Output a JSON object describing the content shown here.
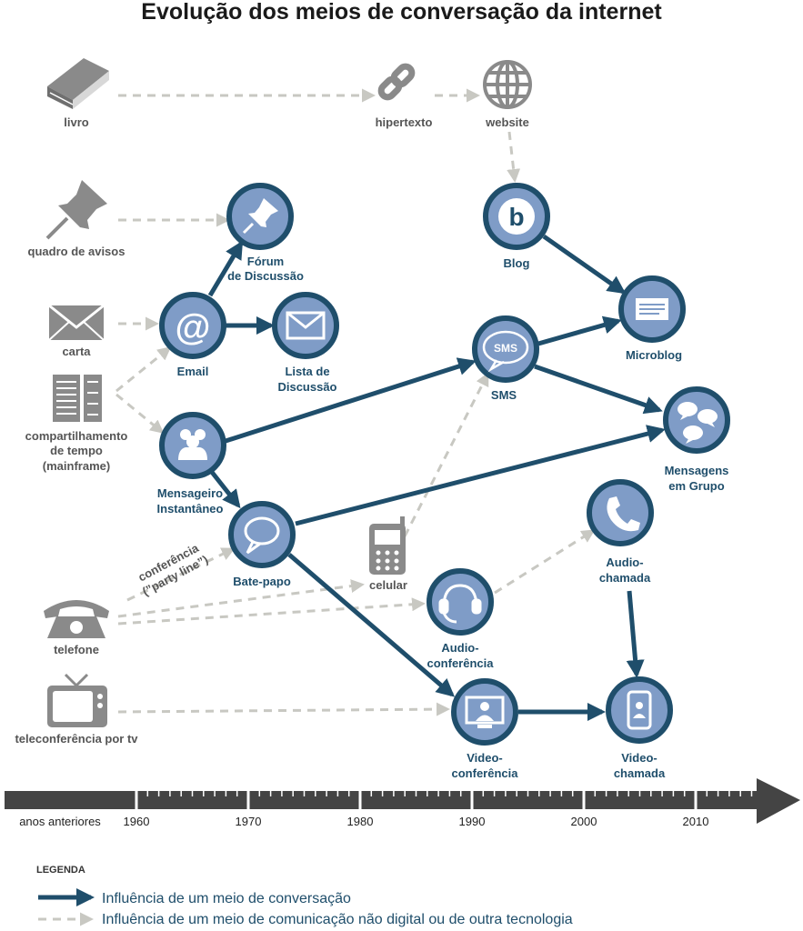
{
  "title": "Evolução dos meios de conversação da internet",
  "colors": {
    "node_fill": "#7f9cc7",
    "node_ring": "#1f4e6b",
    "solid_arrow": "#1f4e6b",
    "dashed_arrow": "#c8c8c2",
    "grey_icon": "#8a8a8a",
    "timeline": "#444444"
  },
  "sources": {
    "livro": "livro",
    "quadro": "quadro de avisos",
    "carta": "carta",
    "comp1": "compartilhamento",
    "comp2": "de tempo",
    "comp3": "(mainframe)",
    "party1": "conferência",
    "party2": "(”party line”)",
    "telefone": "telefone",
    "tv": "teleconferência por tv",
    "hipertexto": "hipertexto",
    "website": "website",
    "celular": "celular"
  },
  "nodes": {
    "forum1": "Fórum",
    "forum2": "de Discussão",
    "email": "Email",
    "lista1": "Lista de",
    "lista2": "Discussão",
    "msg1": "Mensageiro",
    "msg2": "Instantâneo",
    "bate": "Bate-papo",
    "blog": "Blog",
    "sms": "SMS",
    "sms_icon": "SMS",
    "micro": "Microblog",
    "grupo1": "Mensagens",
    "grupo2": "em Grupo",
    "audio1": "Audio-",
    "audio2": "chamada",
    "audioconf1": "Audio-",
    "audioconf2": "conferência",
    "videoconf1": "Video-",
    "videoconf2": "conferência",
    "videocham1": "Video-",
    "videocham2": "chamada"
  },
  "timeline": [
    "anos anteriores",
    "1960",
    "1970",
    "1980",
    "1990",
    "2000",
    "2010"
  ],
  "legend": {
    "title": "LEGENDA",
    "solid": "Influência de um meio de conversação",
    "dashed": "Influência de um meio de comunicação não digital ou de outra tecnologia"
  }
}
